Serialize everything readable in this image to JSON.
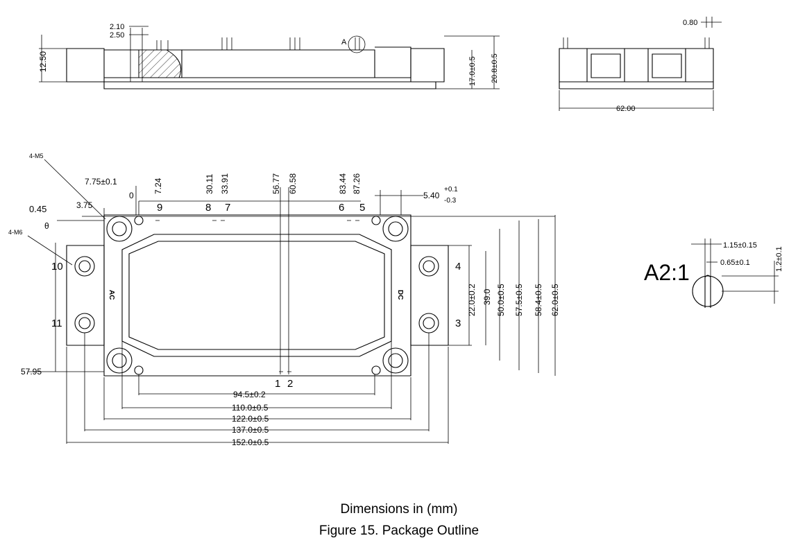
{
  "side_view": {
    "dims": [
      "2.10",
      "2.50",
      "12.50",
      "17.0±0.5",
      "20.8±0.5"
    ],
    "detail_ref": "A"
  },
  "end_view": {
    "dims": [
      "0.80",
      "62.00"
    ]
  },
  "top_view": {
    "callouts": [
      "4-M5",
      "4-M6",
      "7.75±0.1",
      "0.45",
      "3.75",
      "0",
      "θ",
      "5.40",
      "+0.1",
      "-0.3"
    ],
    "top_dims": [
      "7.24",
      "30.11",
      "33.91",
      "56.77",
      "60.58",
      "83.44",
      "87.26"
    ],
    "pins": [
      "9",
      "8",
      "7",
      "6",
      "5",
      "10",
      "11",
      "4",
      "3",
      "1",
      "2"
    ],
    "body_labels": [
      "AC",
      "DC"
    ],
    "left_dim": "57.95",
    "right_dims": [
      "22.0±0.2",
      "39.0",
      "50.0±0.5",
      "57.5±0.5",
      "58.4±0.5",
      "62.0±0.5"
    ],
    "bottom_dims": [
      "94.5±0.2",
      "110.0±0.5",
      "122.0±0.5",
      "137.0±0.5",
      "152.0±0.5"
    ]
  },
  "detail_view": {
    "label": "A2:1",
    "dims": [
      "1.15±0.15",
      "0.65±0.1",
      "1.2±0.1"
    ]
  },
  "caption": {
    "line1": "Dimensions in (mm)",
    "line2": "Figure 15. Package Outline"
  }
}
